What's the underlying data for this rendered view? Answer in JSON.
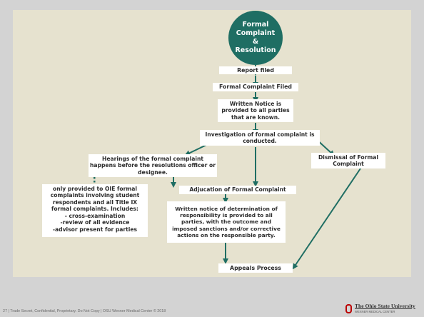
{
  "diagram": {
    "title_circle": "Formal\nComplaint &\nResolution",
    "report_filed": "Report filed",
    "formal_complaint_filed": "Formal Complaint Filed",
    "written_notice": "Written Notice is provided to all parties that are known.",
    "investigation": "Investigation of formal complaint is conducted.",
    "hearings": "Hearings of the formal complaint happens before the resolutions officer or designee.",
    "dismissal": "Dismissal of Formal Complaint",
    "note_lines": "only provided to OIE formal complaints involving student respondents and all Title IX formal complaints. Includes:\n- cross-examination\n-review of all evidence\n-advisor present for parties",
    "adjudication": "Adjucation of Formal Complaint",
    "determination_notice": "Written notice of determination of responsibility is provided to all parties, with the outcome and imposed sanctions and/or corrective actions on the responsible party.",
    "appeals": "Appeals Process"
  },
  "footer": {
    "text": "27  |    Trade Secret, Confidential, Proprietary. Do Not Copy  |  OSU Wexner Medical Center  © 2018"
  },
  "logo": {
    "title": "The Ohio State University",
    "subtitle": "WEXNER MEDICAL CENTER"
  },
  "colors": {
    "teal": "#1f6e63",
    "panel": "#e6e2cf",
    "logo_red": "#bb0000"
  }
}
